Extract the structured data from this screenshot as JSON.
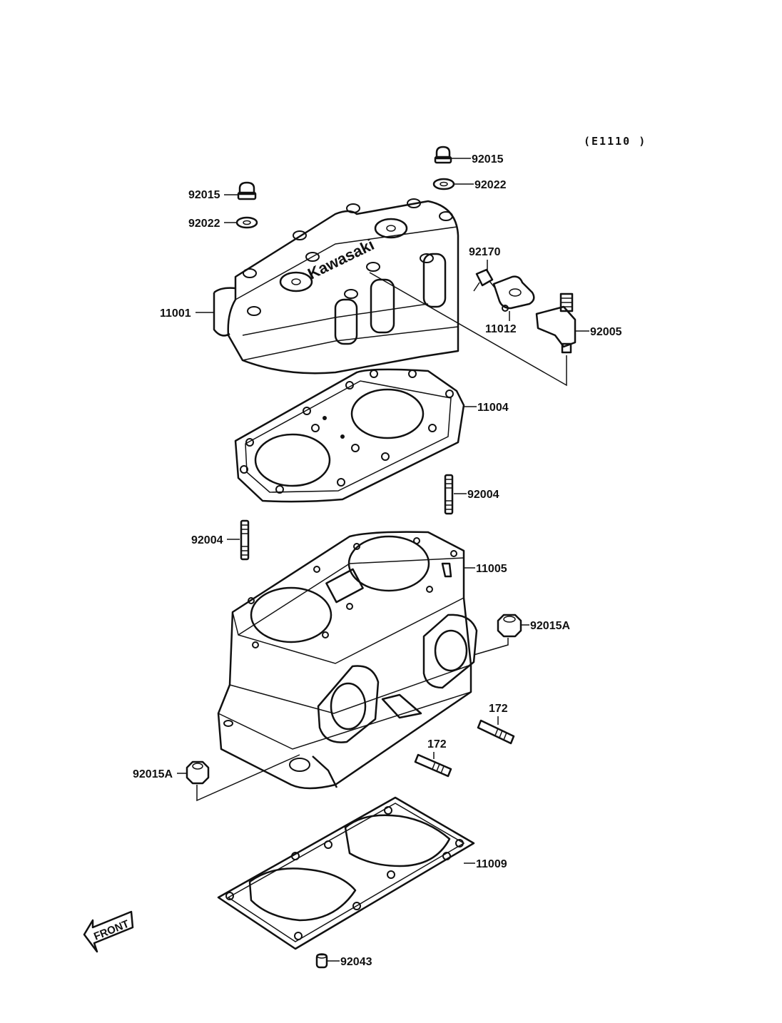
{
  "diagram": {
    "code": "(E1110 )",
    "labels": {
      "cap_nut_right": "92015",
      "washer_right": "92022",
      "cap_nut_left": "92015",
      "washer_left": "92022",
      "clip": "92170",
      "cylinder_head": "11001",
      "fitting": "11012",
      "nozzle": "92005",
      "head_gasket": "11004",
      "stud_right": "92004",
      "stud_left": "92004",
      "cylinder": "11005",
      "nut_right": "92015A",
      "stud_172_right": "172",
      "stud_172_center": "172",
      "nut_left": "92015A",
      "base_gasket": "11009",
      "dowel_pin": "92043",
      "front_arrow": "FRONT",
      "head_logo": "Kawasaki"
    }
  }
}
